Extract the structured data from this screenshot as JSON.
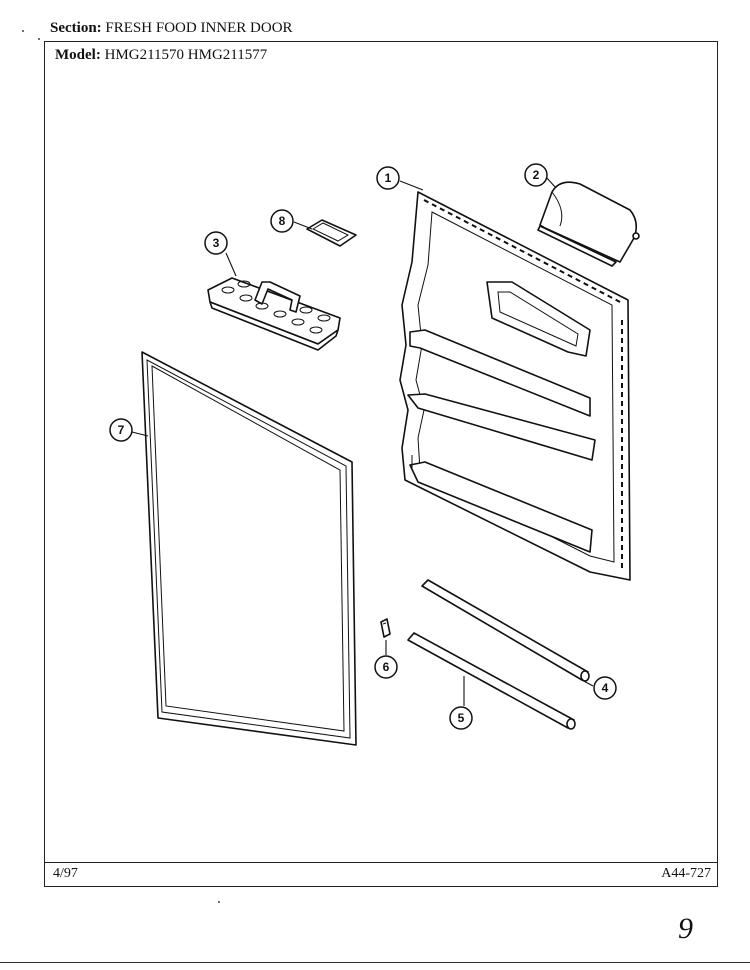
{
  "header": {
    "section_label": "Section:",
    "section_value": "FRESH FOOD INNER DOOR",
    "model_label": "Model:",
    "model_value": "HMG211570  HMG211577"
  },
  "footer": {
    "date": "4/97",
    "code": "A44-727",
    "page_mark": "9"
  },
  "callouts": [
    {
      "id": "callout-1",
      "number": "1"
    },
    {
      "id": "callout-2",
      "number": "2"
    },
    {
      "id": "callout-3",
      "number": "3"
    },
    {
      "id": "callout-4",
      "number": "4"
    },
    {
      "id": "callout-5",
      "number": "5"
    },
    {
      "id": "callout-6",
      "number": "6"
    },
    {
      "id": "callout-7",
      "number": "7"
    },
    {
      "id": "callout-8",
      "number": "8"
    }
  ]
}
